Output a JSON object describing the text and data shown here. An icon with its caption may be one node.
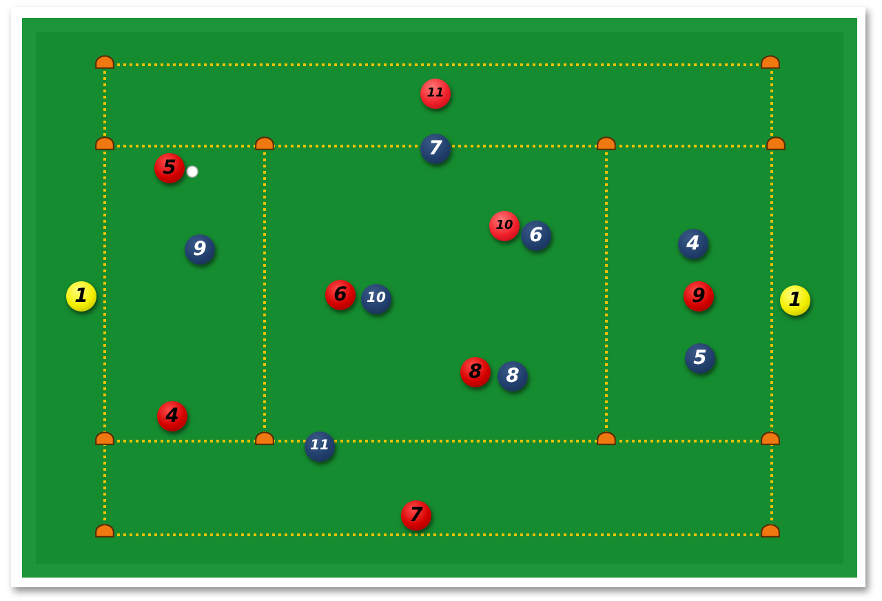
{
  "diagram": {
    "nodes": [
      {
        "text": [
          "11"
        ]
      },
      {
        "text": [
          "7"
        ]
      },
      {
        "text": [
          "5"
        ]
      },
      {
        "text": [
          "10"
        ]
      },
      {
        "text": [
          "6"
        ]
      },
      {
        "text": [
          "4"
        ]
      },
      {
        "text": [
          "9"
        ]
      },
      {
        "text": [
          "1"
        ]
      },
      {
        "text": [
          "6"
        ]
      },
      {
        "text": [
          "10"
        ]
      },
      {
        "text": [
          "9"
        ]
      },
      {
        "text": [
          "1"
        ]
      },
      {
        "text": [
          "5"
        ]
      },
      {
        "text": [
          "8"
        ]
      },
      {
        "text": [
          "8"
        ]
      },
      {
        "text": [
          "4"
        ]
      },
      {
        "text": [
          "11"
        ]
      },
      {
        "text": [
          "7"
        ]
      }
    ]
  }
}
